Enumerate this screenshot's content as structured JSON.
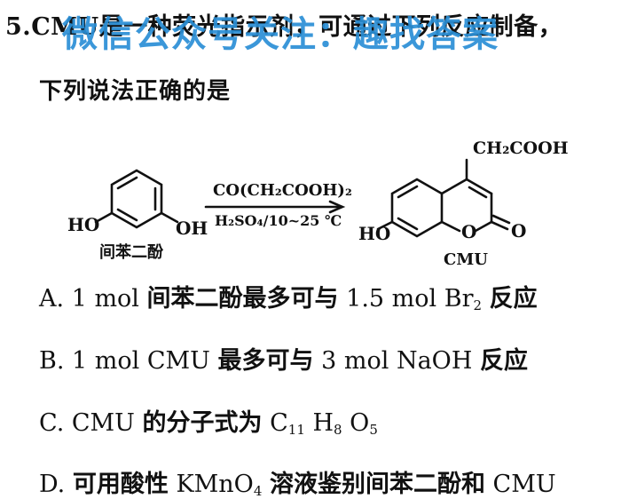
{
  "question": {
    "number": "5.",
    "stem_line1": "CMU是一种荧光指示剂，可通过下列反应制备，",
    "stem_line2": "下列说法正确的是"
  },
  "watermark": {
    "text": "微信公众号关注：趣找答案",
    "color": "#2b8fd6"
  },
  "scheme": {
    "reactant_label": "间苯二酚",
    "reactant_oh_left": "HO",
    "reactant_oh_right": "OH",
    "reagent_above": "CO(CH₂COOH)₂",
    "reagent_below": "H₂SO₄/10~25 ℃",
    "product_label": "CMU",
    "product_substituent": "CH₂COOH",
    "product_ho": "HO",
    "product_ring_o": "O",
    "product_carbonyl_o": "O"
  },
  "options": {
    "a": {
      "letter": "A.",
      "pre": "1 mol",
      "cn1": "间苯二酚最多可与",
      "mid": "1.5 mol Br",
      "sub": "2",
      "cn2": "反应"
    },
    "b": {
      "letter": "B.",
      "pre": "1 mol CMU",
      "cn1": "最多可与",
      "mid": "3 mol NaOH",
      "cn2": "反应"
    },
    "c": {
      "letter": "C.",
      "pre": "CMU",
      "cn1": "的分子式为",
      "f1": "C",
      "s1": "11",
      "f2": "H",
      "s2": "8",
      "f3": "O",
      "s3": "5"
    },
    "d": {
      "letter": "D.",
      "cn1": "可用酸性",
      "mid": "KMnO",
      "sub": "4",
      "cn2": "溶液鉴别间苯二酚和",
      "post": "CMU"
    }
  }
}
